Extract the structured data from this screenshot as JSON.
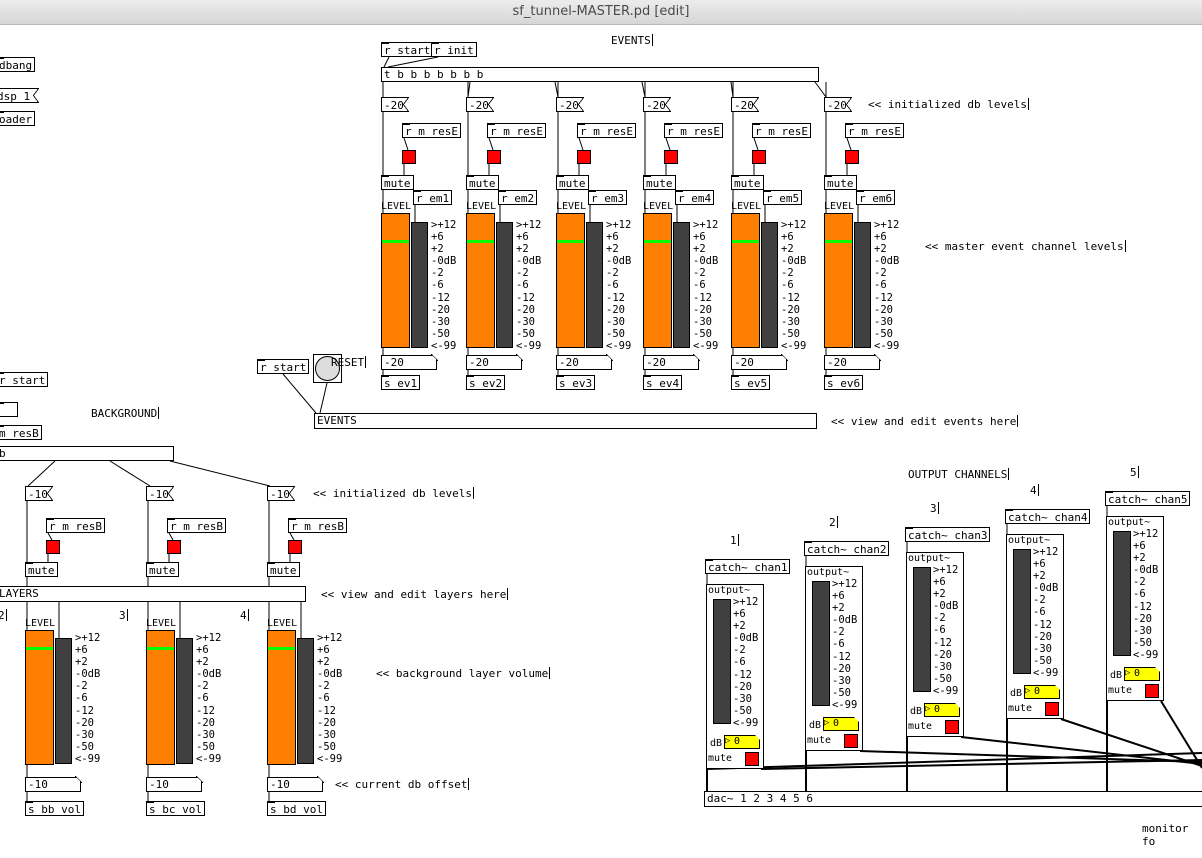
{
  "window": {
    "title": "sf_tunnel-MASTER.pd [edit]"
  },
  "left_edge": {
    "b1": "dbang",
    "b2": "dsp 1",
    "b3": "oader",
    "b4": "r start",
    "b6": "m_resB",
    "b7": "b",
    "layers_label": "LAYERS",
    "n2": "2"
  },
  "events": {
    "label": "EVENTS",
    "r_start": "r start",
    "r_init": "r init",
    "trigger": "t b b b b b b b",
    "init_comment": "<< initialized db levels",
    "master_comment": "<< master event channel levels",
    "view_comment": "<< view and edit events here",
    "events_obj": "EVENTS",
    "r_start2": "r start",
    "reset_label": "RESET",
    "channels": [
      {
        "msg": "-20",
        "resE": "r m_resE",
        "mute": "mute",
        "em": "r em1",
        "level": "LEVEL",
        "db": "-20",
        "send": "s ev1",
        "slider_fraction": 0.8
      },
      {
        "msg": "-20",
        "resE": "r m_resE",
        "mute": "mute",
        "em": "r em2",
        "level": "LEVEL",
        "db": "-20",
        "send": "s ev2",
        "slider_fraction": 0.8
      },
      {
        "msg": "-20",
        "resE": "r m_resE",
        "mute": "mute",
        "em": "r em3",
        "level": "LEVEL",
        "db": "-20",
        "send": "s ev3",
        "slider_fraction": 0.8
      },
      {
        "msg": "-20",
        "resE": "r m_resE",
        "mute": "mute",
        "em": "r em4",
        "level": "LEVEL",
        "db": "-20",
        "send": "s ev4",
        "slider_fraction": 0.8
      },
      {
        "msg": "-20",
        "resE": "r m_resE",
        "mute": "mute",
        "em": "r em5",
        "level": "LEVEL",
        "db": "-20",
        "send": "s ev5",
        "slider_fraction": 0.8
      },
      {
        "msg": "-20",
        "resE": "r m_resE",
        "mute": "mute",
        "em": "r em6",
        "level": "LEVEL",
        "db": "-20",
        "send": "s ev6",
        "slider_fraction": 0.8
      }
    ]
  },
  "meter_scale": ">+12\n+6\n+2\n-0dB\n-2\n-6\n-12\n-20\n-30\n-50\n<-99",
  "background": {
    "label": "BACKGROUND",
    "init_comment": "<< initialized db levels",
    "view_comment": "<< view and edit layers here",
    "volume_comment": "<< background layer volume",
    "offset_comment": "<< current db offset",
    "channels": [
      {
        "num": "",
        "msg": "-10",
        "resB": "r m_resB",
        "mute": "mute",
        "level": "LEVEL",
        "db": "-10",
        "send": "s bb_vol",
        "slider_fraction": 0.88
      },
      {
        "num": "3",
        "msg": "-10",
        "resB": "r m_resB",
        "mute": "mute",
        "level": "LEVEL",
        "db": "-10",
        "send": "s bc_vol",
        "slider_fraction": 0.88
      },
      {
        "num": "4",
        "msg": "-10",
        "resB": "r m_resB",
        "mute": "mute",
        "level": "LEVEL",
        "db": "-10",
        "send": "s bd_vol",
        "slider_fraction": 0.88
      }
    ]
  },
  "output": {
    "label": "OUTPUT CHANNELS",
    "dac": "dac~ 1 2 3 4 5 6",
    "monitor": "monitor fo",
    "channels": [
      {
        "num": "1",
        "catch": "catch~ chan1",
        "output": "output~",
        "db_label": "dB",
        "db_value": "0",
        "mute": "mute"
      },
      {
        "num": "2",
        "catch": "catch~ chan2",
        "output": "output~",
        "db_label": "dB",
        "db_value": "0",
        "mute": "mute"
      },
      {
        "num": "3",
        "catch": "catch~ chan3",
        "output": "output~",
        "db_label": "dB",
        "db_value": "0",
        "mute": "mute"
      },
      {
        "num": "4",
        "catch": "catch~ chan4",
        "output": "output~",
        "db_label": "dB",
        "db_value": "0",
        "mute": "mute"
      },
      {
        "num": "5",
        "catch": "catch~ chan5",
        "output": "output~",
        "db_label": "dB",
        "db_value": "0",
        "mute": "mute"
      }
    ]
  }
}
